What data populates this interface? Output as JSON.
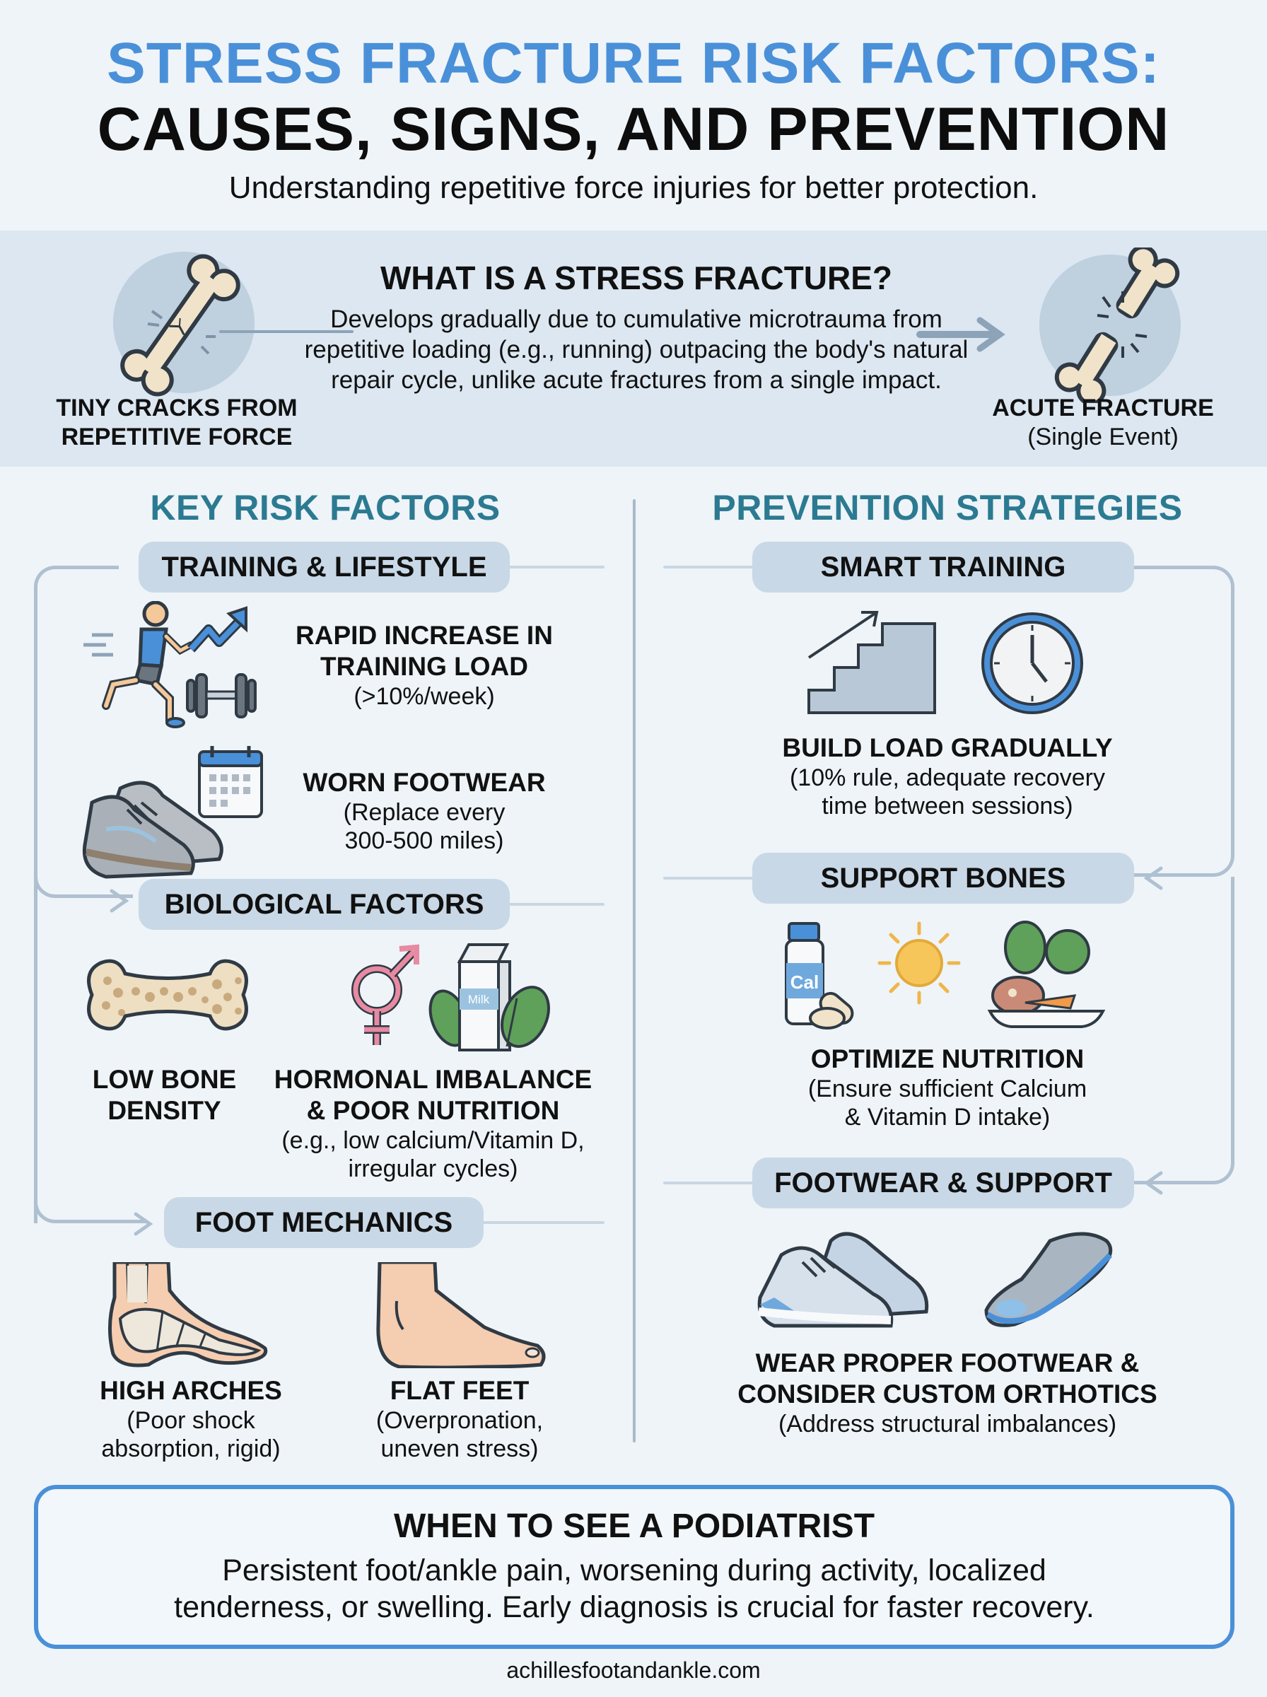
{
  "header": {
    "title_line1": "STRESS FRACTURE RISK FACTORS:",
    "title_line2": "CAUSES, SIGNS, AND PREVENTION",
    "subtitle": "Understanding repetitive force injuries for better protection."
  },
  "banner": {
    "title": "WHAT IS A STRESS FRACTURE?",
    "body": "Develops gradually due to cumulative microtrauma from repetitive loading (e.g., running) outpacing the body's natural repair cycle, unlike acute fractures from a single impact.",
    "left_icon": "cracked-bone-icon",
    "left_label_line1": "TINY CRACKS FROM",
    "left_label_line2": "REPETITIVE FORCE",
    "right_icon": "broken-bone-icon",
    "right_label": "ACUTE FRACTURE",
    "right_sublabel": "(Single Event)"
  },
  "risk_factors": {
    "heading": "KEY RISK FACTORS",
    "groups": [
      {
        "label": "TRAINING & LIFESTYLE",
        "items": [
          {
            "title_line1": "RAPID INCREASE IN",
            "title_line2": "TRAINING LOAD",
            "sub": "(>10%/week)",
            "icon": "runner-dumbbell-icon"
          },
          {
            "title_line1": "WORN FOOTWEAR",
            "sub_line1": "(Replace every",
            "sub_line2": "300-500 miles)",
            "icon": "worn-shoes-calendar-icon"
          }
        ]
      },
      {
        "label": "BIOLOGICAL FACTORS",
        "items": [
          {
            "title_line1": "LOW BONE",
            "title_line2": "DENSITY",
            "icon": "porous-bone-icon"
          },
          {
            "title_line1": "HORMONAL IMBALANCE",
            "title_line2": "& POOR NUTRITION",
            "sub_line1": "(e.g., low calcium/Vitamin D,",
            "sub_line2": "irregular cycles)",
            "icon": "gender-milk-spinach-icon",
            "milk_label": "Milk"
          }
        ]
      },
      {
        "label": "FOOT MECHANICS",
        "items": [
          {
            "title_line1": "HIGH ARCHES",
            "sub_line1": "(Poor shock",
            "sub_line2": "absorption, rigid)",
            "icon": "high-arch-foot-icon"
          },
          {
            "title_line1": "FLAT FEET",
            "sub_line1": "(Overpronation,",
            "sub_line2": "uneven stress)",
            "icon": "flat-foot-icon"
          }
        ]
      }
    ]
  },
  "prevention": {
    "heading": "PREVENTION STRATEGIES",
    "groups": [
      {
        "label": "SMART TRAINING",
        "title": "BUILD LOAD GRADUALLY",
        "sub_line1": "(10% rule, adequate recovery",
        "sub_line2": "time between sessions)",
        "icon": "stairs-clock-icon"
      },
      {
        "label": "SUPPORT BONES",
        "title": "OPTIMIZE NUTRITION",
        "sub_line1": "(Ensure sufficient Calcium",
        "sub_line2": "& Vitamin D intake)",
        "icon": "calcium-sun-food-icon",
        "bottle_label": "Cal"
      },
      {
        "label": "FOOTWEAR & SUPPORT",
        "title_line1": "WEAR PROPER FOOTWEAR &",
        "title_line2": "CONSIDER CUSTOM ORTHOTICS",
        "sub": "(Address structural imbalances)",
        "icon": "shoes-insole-icon"
      }
    ]
  },
  "podiatrist": {
    "title": "WHEN TO SEE A PODIATRIST",
    "body_line1": "Persistent foot/ankle pain, worsening during activity, localized",
    "body_line2": "tenderness, or swelling. Early diagnosis is crucial for faster recovery."
  },
  "footer": {
    "website": "achillesfootandankle.com"
  },
  "colors": {
    "title_blue": "#4A90D9",
    "heading_teal": "#2C7A92",
    "banner_bg": "#DCE7F1",
    "pill_bg": "#C8D8E6",
    "page_bg": "#EEF4F8",
    "box_border": "#4A90D9"
  }
}
